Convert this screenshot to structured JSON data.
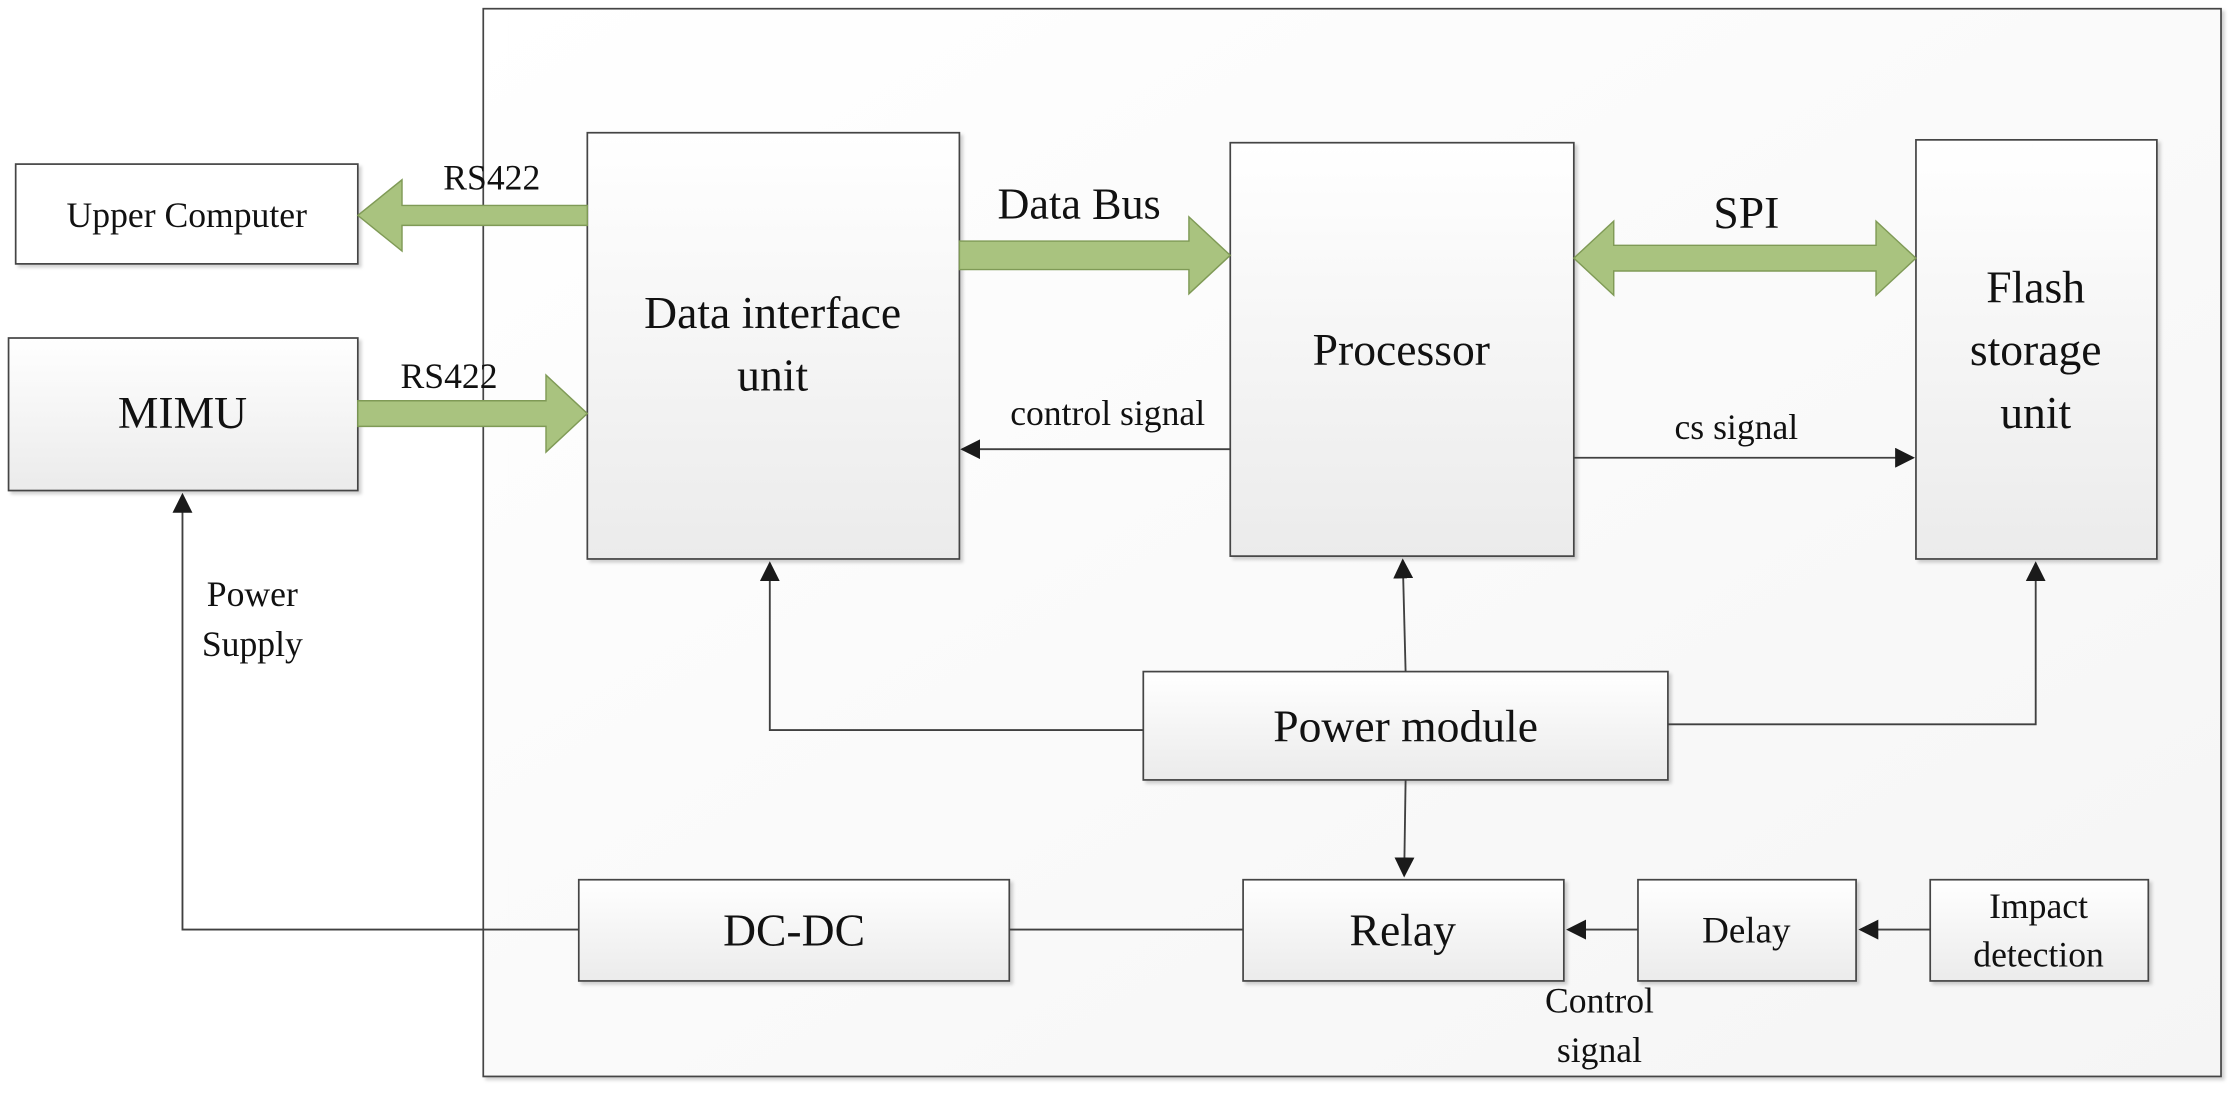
{
  "blocks": {
    "upper_computer": "Upper Computer",
    "mimu": "MIMU",
    "data_interface": [
      "Data interface",
      "unit"
    ],
    "processor": "Processor",
    "flash": [
      "Flash",
      "storage",
      "unit"
    ],
    "power_module": "Power module",
    "dcdc": "DC-DC",
    "relay": "Relay",
    "delay": "Delay",
    "impact": [
      "Impact",
      "detection"
    ]
  },
  "labels": {
    "rs422_upper": "RS422",
    "rs422_mimu": "RS422",
    "data_bus": "Data Bus",
    "spi": "SPI",
    "control_signal": "control signal",
    "cs_signal": "cs signal",
    "power_supply": [
      "Power",
      "Supply"
    ],
    "relay_control": [
      "Control",
      "signal"
    ]
  },
  "colors": {
    "bus_arrow_fill": "#a9c37f",
    "bus_arrow_stroke": "#7f9a56",
    "line": "#404040",
    "block_top": "#ffffff",
    "block_bottom": "#ececec"
  }
}
